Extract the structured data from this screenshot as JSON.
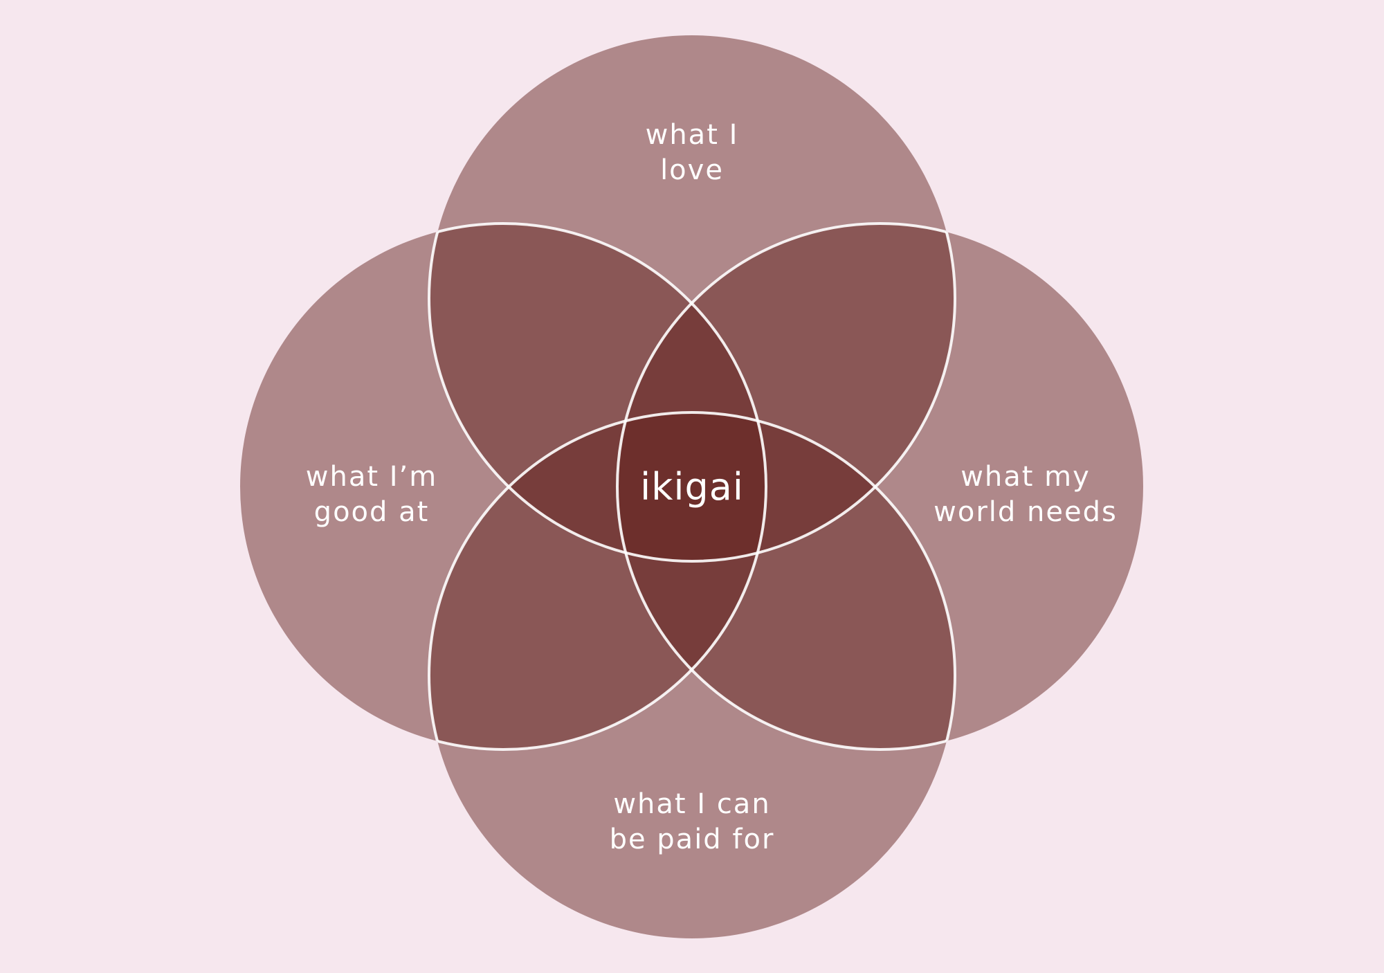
{
  "diagram": {
    "title": "ikigai",
    "colors": {
      "background": "#f6e7ee",
      "fill": "#62211d",
      "outline": "#ffffff"
    },
    "circles": [
      {
        "id": "love",
        "lines": [
          "what I",
          "love"
        ]
      },
      {
        "id": "good",
        "lines": [
          "what I’m",
          "good at"
        ]
      },
      {
        "id": "needs",
        "lines": [
          "what my",
          "world needs"
        ]
      },
      {
        "id": "paid",
        "lines": [
          "what I can",
          "be paid for"
        ]
      }
    ],
    "center_label": "ikigai"
  }
}
